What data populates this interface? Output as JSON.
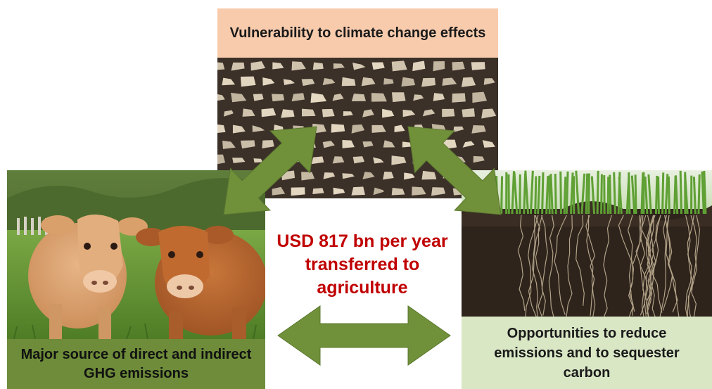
{
  "top_box": {
    "label": "Vulnerability to climate change effects",
    "color": "#f8cbad",
    "image": "cracked-dry-soil-photo"
  },
  "left_box": {
    "label": "Major source of direct and indirect GHG emissions",
    "color": "#6e8c3a",
    "image": "cattle-photo"
  },
  "right_box": {
    "label": "Opportunities to reduce emissions and to sequester carbon",
    "color": "#d9e7c5",
    "image": "plant-roots-in-soil-photo"
  },
  "center": {
    "lines": [
      "USD 817 bn per year",
      "transferred to",
      "agriculture"
    ],
    "color": "#c00000"
  },
  "arrows": {
    "color": "#70903a",
    "style": "double-headed"
  }
}
